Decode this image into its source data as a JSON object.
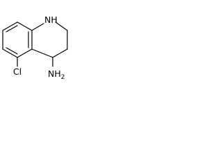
{
  "molecule": {
    "labels": {
      "nh": "NH",
      "nh_subscript": "",
      "cl": "Cl",
      "nh2": "NH",
      "nh2_subscript": "2"
    },
    "colors": {
      "ink": "#000000",
      "background": "#ffffff"
    }
  }
}
